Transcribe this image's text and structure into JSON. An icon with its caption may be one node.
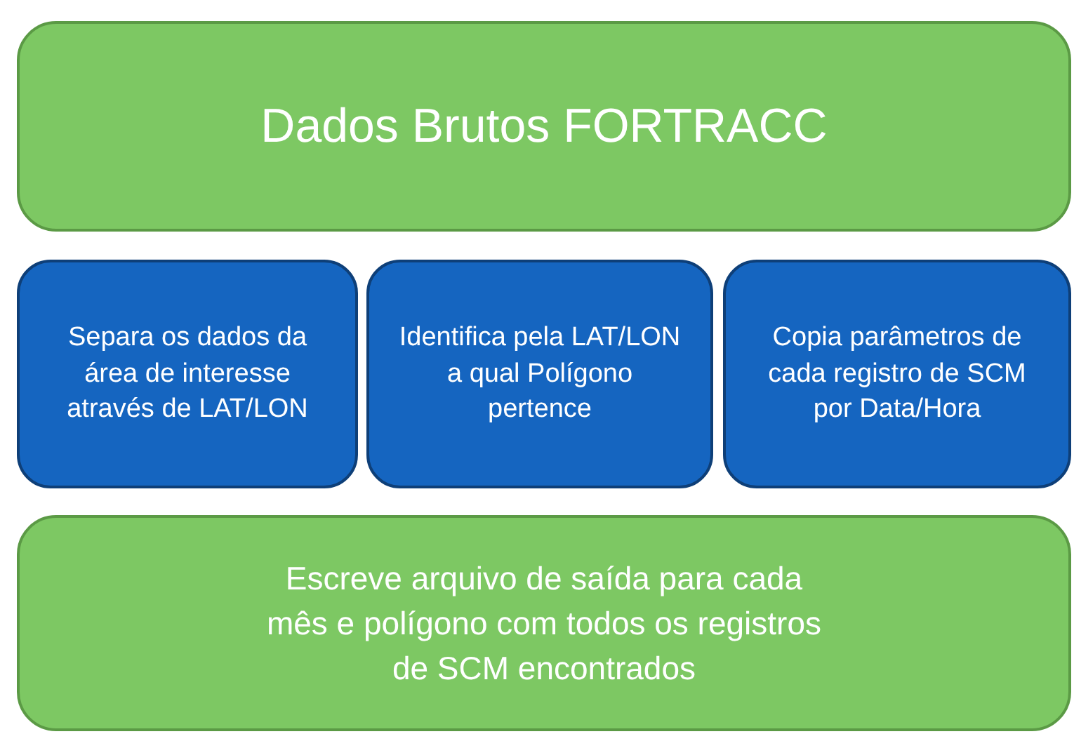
{
  "diagram": {
    "nodes": [
      {
        "text": [
          "Dados Brutos FORTRACC"
        ]
      },
      {
        "text": [
          "Separa os dados da área de interesse através de LAT/LON"
        ]
      },
      {
        "text": [
          "Identifica pela LAT/LON a qual Polígono pertence"
        ]
      },
      {
        "text": [
          "Copia parâmetros de cada registro de SCM por Data/Hora"
        ]
      },
      {
        "text": [
          "Escreve arquivo de saída para cada mês e polígono com todos os registros de SCM encontrados"
        ]
      }
    ],
    "edges": []
  }
}
